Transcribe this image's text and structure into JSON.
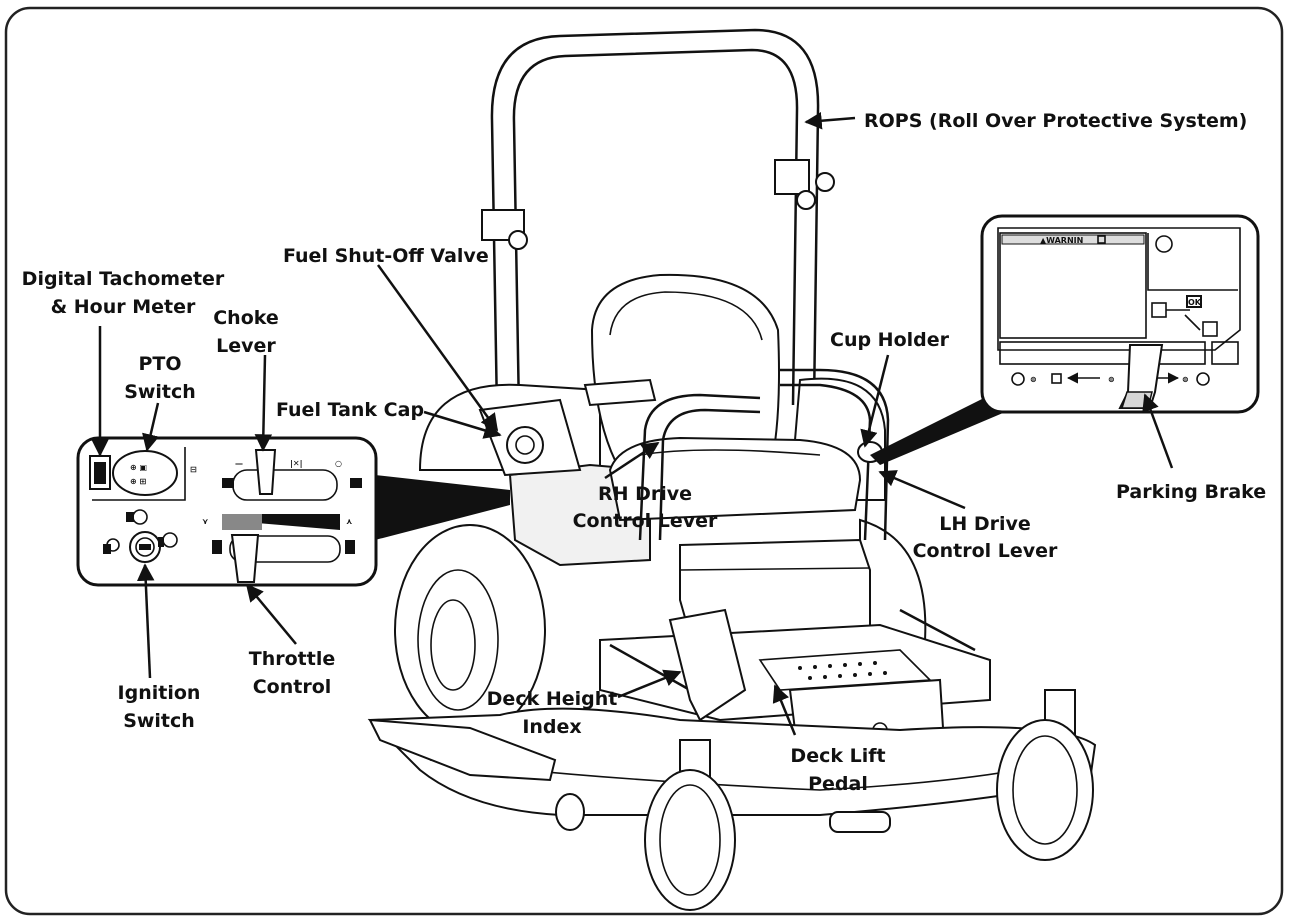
{
  "labels": {
    "rops": "ROPS (Roll Over Protective System)",
    "fuel_shutoff": "Fuel Shut-Off Valve",
    "digital_tach_l1": "Digital Tachometer",
    "digital_tach_l2": "& Hour Meter",
    "choke_l1": "Choke",
    "choke_l2": "Lever",
    "pto_l1": "PTO",
    "pto_l2": "Switch",
    "fuel_tank_cap": "Fuel Tank Cap",
    "cup_holder": "Cup Holder",
    "rh_drive_l1": "RH Drive",
    "rh_drive_l2": "Control Lever",
    "lh_drive_l1": "LH Drive",
    "lh_drive_l2": "Control Lever",
    "parking_brake": "Parking Brake",
    "throttle_l1": "Throttle",
    "throttle_l2": "Control",
    "ignition_l1": "Ignition",
    "ignition_l2": "Switch",
    "deck_height_l1": "Deck Height",
    "deck_height_l2": "Index",
    "deck_lift_l1": "Deck Lift",
    "deck_lift_l2": "Pedal"
  },
  "right_inset": {
    "warning_text": "▲WARNIN"
  },
  "icons": [
    "arrow-icon",
    "choke-icon",
    "throttle-icon",
    "ignition-key-icon",
    "pto-icon"
  ]
}
